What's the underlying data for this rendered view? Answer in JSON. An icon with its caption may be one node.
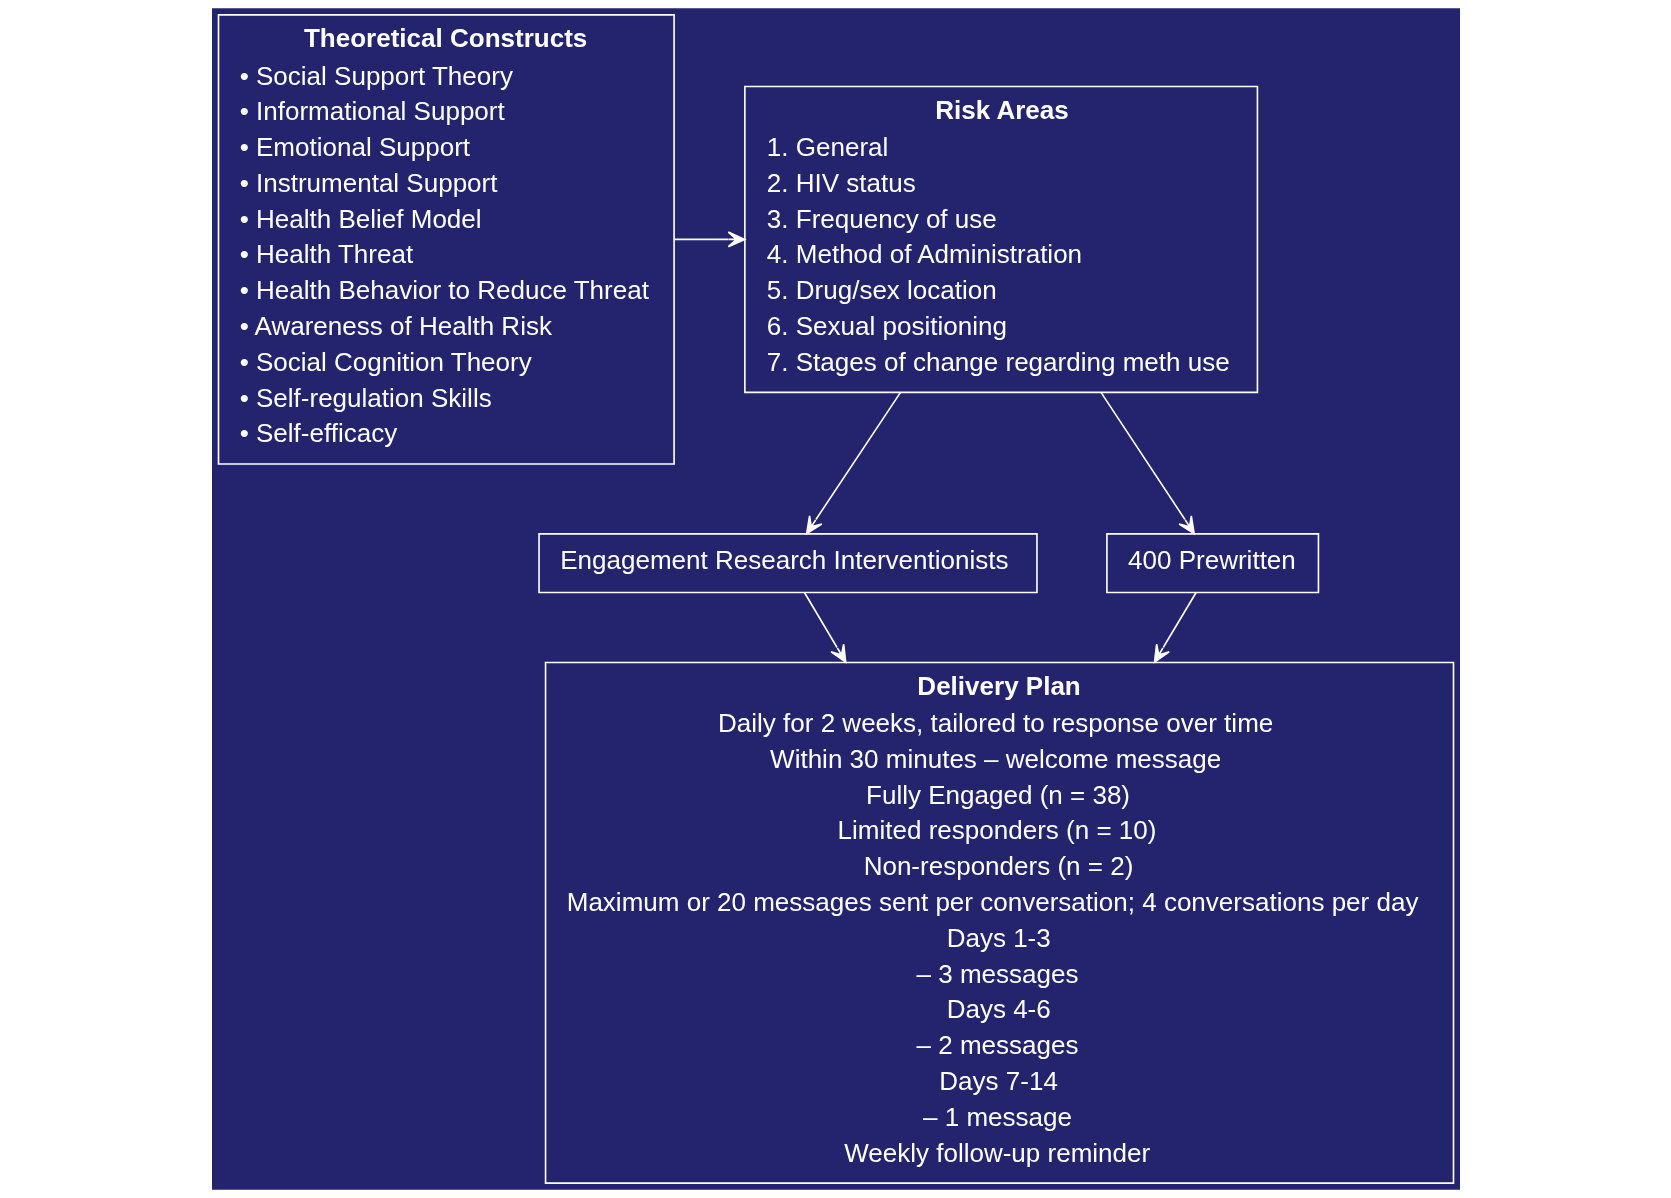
{
  "diagram": {
    "nodes": [
      {
        "text": [
          "Theoretical Constructs",
          "• Social Support Theory",
          "• Informational Support",
          "• Emotional Support",
          "• Instrumental Support",
          "• Health Belief Model",
          "• Health Threat",
          "• Health Behavior to Reduce Threat",
          "• Awareness of Health Risk",
          "• Social Cognition Theory",
          "• Self-regulation Skills",
          "• Self-efficacy"
        ]
      },
      {
        "text": [
          "Risk Areas",
          "1. General",
          "2. HIV status",
          "3. Frequency of use",
          "4. Method of Administration",
          "5. Drug/sex location",
          "6. Sexual positioning",
          "7. Stages of change regarding meth use"
        ]
      },
      {
        "text": [
          "Engagement Research Interventionists"
        ]
      },
      {
        "text": [
          "400 Prewritten"
        ]
      },
      {
        "text": [
          "Delivery Plan",
          "Daily for 2 weeks, tailored to response over time",
          "Within 30 minutes – welcome message",
          "Fully Engaged (n = 38)",
          "Limited responders (n = 10)",
          "Non-responders (n = 2)",
          "Maximum or 20 messages sent per conversation; 4 conversations per day",
          "Days 1-3",
          "– 3 messages",
          "Days 4-6",
          "– 2 messages",
          "Days 7-14",
          "– 1 message",
          "Weekly follow-up reminder"
        ]
      }
    ],
    "edges": [
      {
        "from": 0,
        "to": 1,
        "arrow": "to"
      },
      {
        "from": 1,
        "to": 2,
        "arrow": "to"
      },
      {
        "from": 1,
        "to": 3,
        "arrow": "to"
      },
      {
        "from": 2,
        "to": 4,
        "arrow": "to"
      },
      {
        "from": 3,
        "to": 4,
        "arrow": "to"
      }
    ]
  }
}
